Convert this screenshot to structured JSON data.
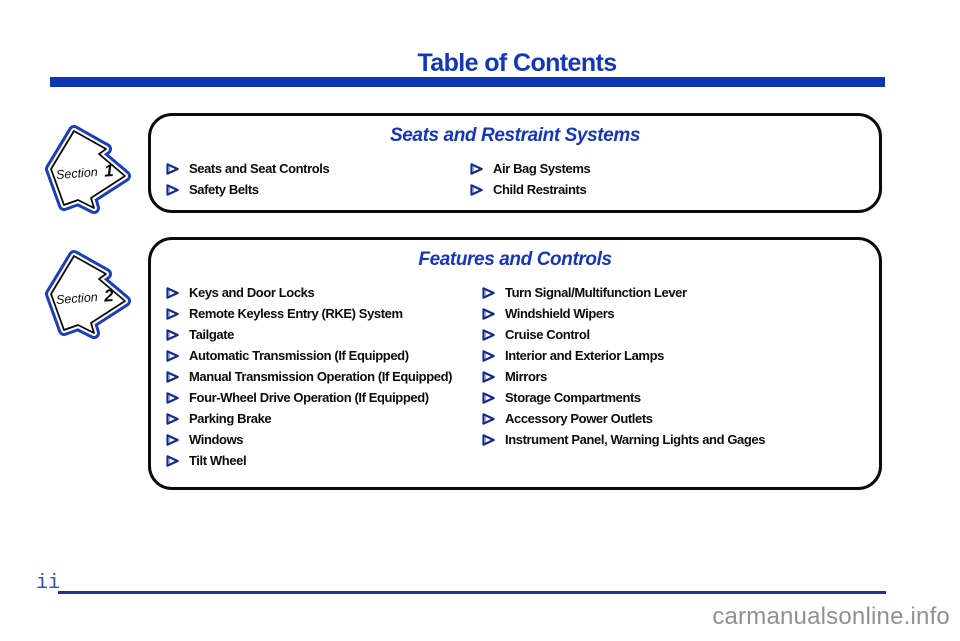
{
  "page": {
    "title": "Table of Contents",
    "page_number": "ii",
    "watermark": "carmanualsonline.info"
  },
  "colors": {
    "accent_blue": "#1436bb",
    "rule_blue": "#0e35b2",
    "section_title_blue": "#1535c0",
    "badge_outline_blue": "#1a3fb8",
    "icon_navy": "#16278e",
    "icon_light_blue": "#7e9ee4",
    "text_black": "#0c0c0c",
    "watermark_gray": "#8f9194"
  },
  "sections": [
    {
      "badge_label": "Section",
      "badge_number": "1",
      "title": "Seats and Restraint Systems",
      "columns": {
        "left": [
          "Seats and Seat Controls",
          "Safety Belts"
        ],
        "right": [
          "Air Bag Systems",
          "Child Restraints"
        ]
      }
    },
    {
      "badge_label": "Section",
      "badge_number": "2",
      "title": "Features and Controls",
      "columns": {
        "left": [
          "Keys and Door Locks",
          "Remote Keyless Entry (RKE) System",
          "Tailgate",
          "Automatic Transmission (If Equipped)",
          "Manual Transmission Operation (If Equipped)",
          "Four-Wheel Drive Operation (If Equipped)",
          "Parking Brake",
          "Windows",
          "Tilt Wheel"
        ],
        "right": [
          "Turn Signal/Multifunction Lever",
          "Windshield Wipers",
          "Cruise Control",
          "Interior and Exterior Lamps",
          "Mirrors",
          "Storage Compartments",
          "Accessory Power Outlets",
          "Instrument Panel, Warning Lights and Gages"
        ]
      }
    }
  ]
}
